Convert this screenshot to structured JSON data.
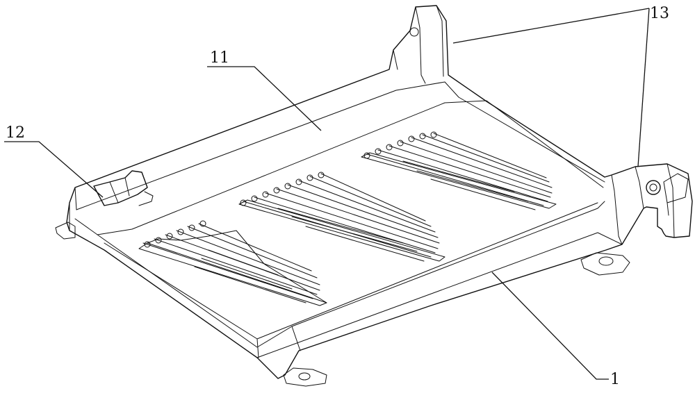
{
  "labels": {
    "label_11": "11",
    "label_12": "12",
    "label_13": "13",
    "label_1": "1"
  },
  "colors": {
    "ink": "#111111",
    "paper": "#ffffff"
  }
}
